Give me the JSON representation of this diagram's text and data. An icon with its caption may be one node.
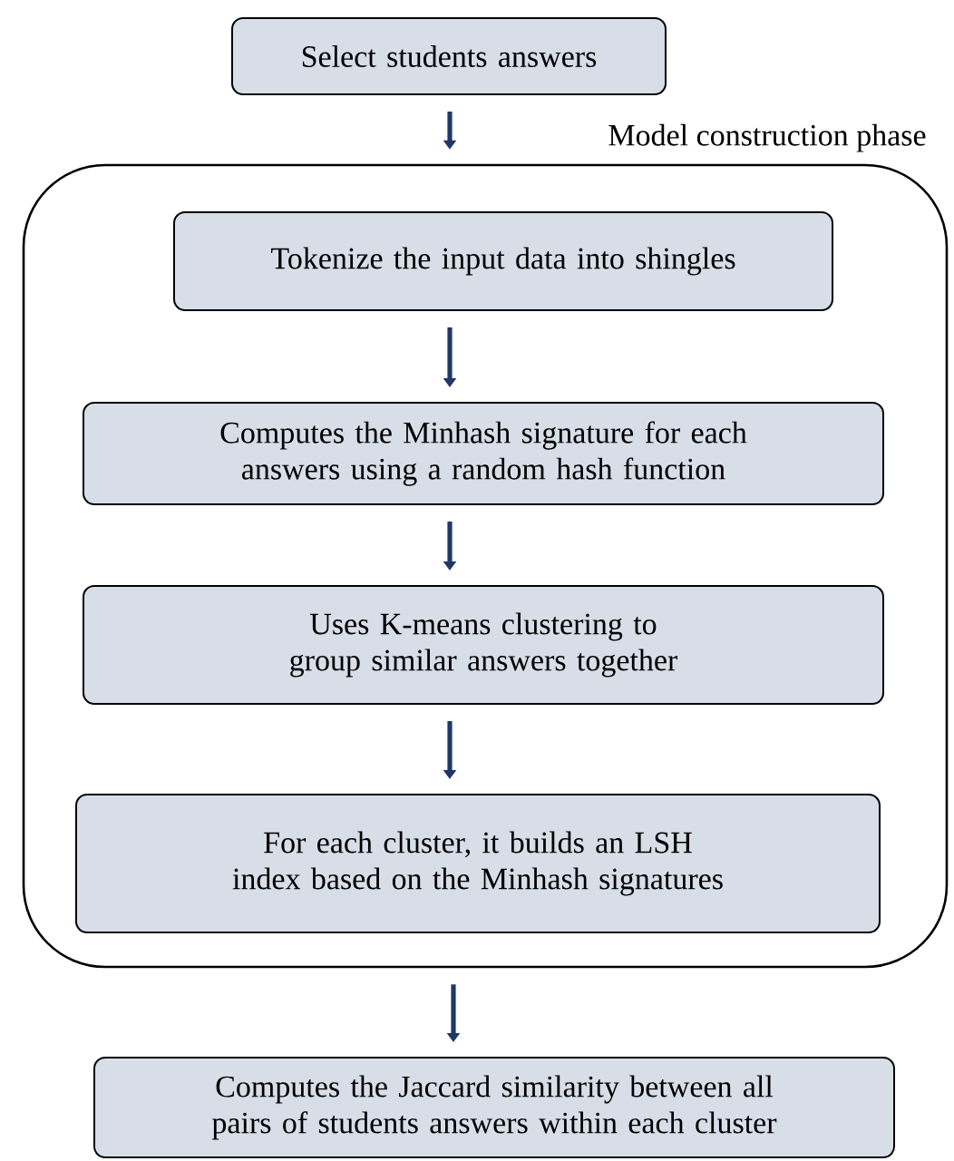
{
  "diagram": {
    "nodes": [
      {
        "text": [
          "Select students answers"
        ]
      },
      {
        "text": [
          "Model construction phase"
        ]
      },
      {
        "text": [
          "Tokenize the input data into shingles"
        ],
        "in": 1
      },
      {
        "text": [
          "Computes the Minhash signature for each answers using a random hash function"
        ],
        "in": 1
      },
      {
        "text": [
          "Uses K-means clustering to group similar answers together"
        ],
        "in": 1
      },
      {
        "text": [
          "For each cluster, it builds an LSH index based on the Minhash signatures"
        ],
        "in": 1
      },
      {
        "text": [
          "Computes the Jaccard similarity between all pairs of students answers within each cluster"
        ]
      }
    ],
    "edges": [
      {
        "from": 0,
        "to": 1,
        "arrow": "to"
      },
      {
        "from": 2,
        "to": 3,
        "arrow": "to"
      },
      {
        "from": 3,
        "to": 4,
        "arrow": "to"
      },
      {
        "from": 4,
        "to": 5,
        "arrow": "to"
      },
      {
        "from": 1,
        "to": 6,
        "arrow": "to"
      }
    ]
  }
}
